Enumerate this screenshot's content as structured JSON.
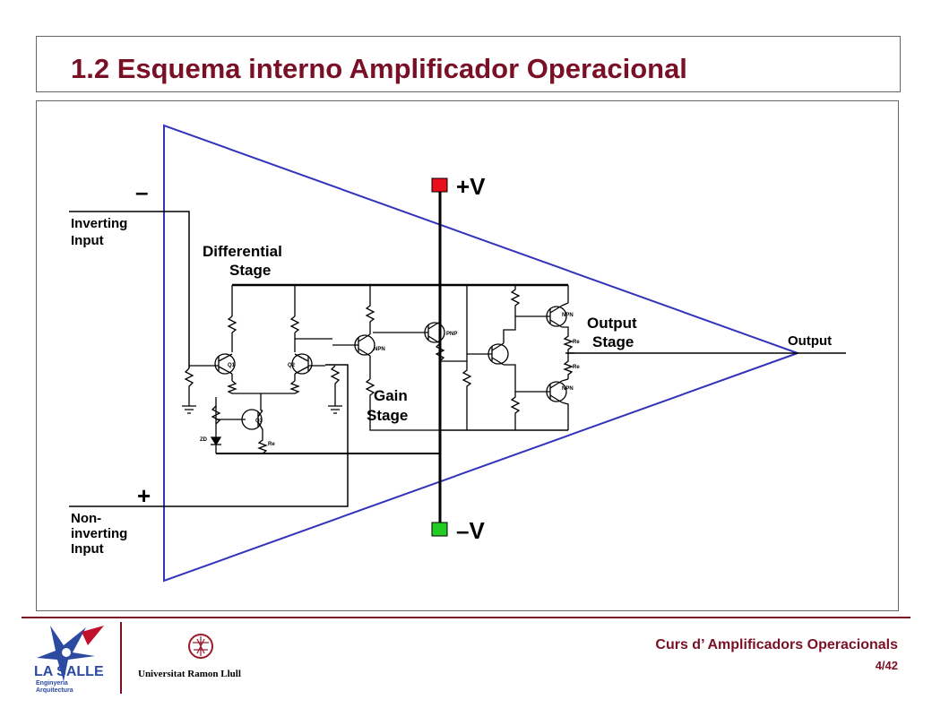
{
  "slide": {
    "title": "1.2 Esquema interno Amplificador Operacional"
  },
  "diagram": {
    "minus_sign": "–",
    "plus_sign": "+",
    "inverting_input": [
      "Inverting",
      "Input"
    ],
    "non_inverting_input": [
      "Non-",
      "inverting",
      "Input"
    ],
    "positive_supply": "+V",
    "negative_supply": "–V",
    "differential_stage": [
      "Differential",
      "Stage"
    ],
    "gain_stage": [
      "Gain",
      "Stage"
    ],
    "output_stage": [
      "Output",
      "Stage"
    ],
    "output": "Output",
    "labels": {
      "q1": "Q1",
      "q2": "Q2",
      "q3": "Q3",
      "npn": "NPN",
      "pnp": "PNP",
      "zd": "ZD",
      "re": "Re"
    },
    "colors": {
      "triangle": "#3333bb",
      "positive_terminal": "#e8101a",
      "negative_terminal": "#22cc22",
      "wires": "#000000"
    }
  },
  "footer": {
    "course": "Curs d’ Amplificadors Operacionals",
    "page": "4/42",
    "logo_text": "LA SALLE",
    "logo_subtext": [
      "Enginyeria",
      "Arquitectura"
    ],
    "university": "Universitat Ramon Llull"
  }
}
